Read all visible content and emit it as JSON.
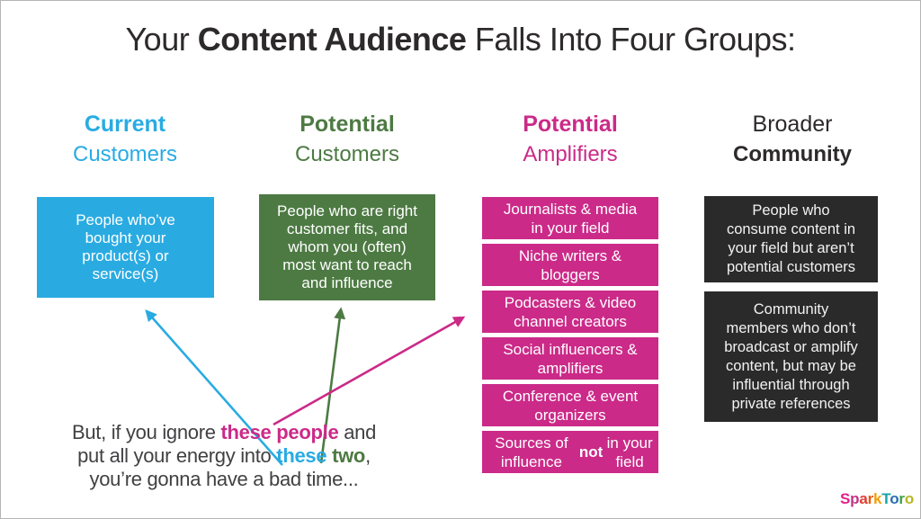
{
  "title": {
    "pre": "Your ",
    "bold": "Content Audience",
    "post": " Falls Into Four Groups:"
  },
  "columns": [
    {
      "name": "current-customers",
      "header": {
        "line1": "Current",
        "line2": "Customers"
      },
      "accent": "#29abe2",
      "boxes": [
        {
          "text": "People who’ve\nbought your\nproduct(s) or\nservice(s)"
        }
      ]
    },
    {
      "name": "potential-customers",
      "header": {
        "line1": "Potential",
        "line2": "Customers"
      },
      "accent": "#4d7a43",
      "boxes": [
        {
          "text": "People who are right\ncustomer fits, and\nwhom you (often)\nmost want to reach\nand influence"
        }
      ]
    },
    {
      "name": "potential-amplifiers",
      "header": {
        "line1": "Potential",
        "line2": "Amplifiers"
      },
      "accent": "#cb2a88",
      "boxes": [
        {
          "text": "Journalists & media\nin your field"
        },
        {
          "text": "Niche writers &\nbloggers"
        },
        {
          "text": "Podcasters & video\nchannel creators"
        },
        {
          "text": "Social influencers &\namplifiers"
        },
        {
          "text": "Conference & event\norganizers"
        },
        {
          "segments": [
            {
              "text": "Sources of influence\n"
            },
            {
              "text": "not",
              "style": "bold"
            },
            {
              "text": " in your field"
            }
          ]
        }
      ]
    },
    {
      "name": "broader-community",
      "header": {
        "line1": "Broader",
        "line2": "Community"
      },
      "accent": "#2b2a2a",
      "boxes": [
        {
          "text": "People who\nconsume content in\nyour field but aren’t\npotential customers"
        },
        {
          "text": "Community\nmembers who don’t\nbroadcast or amplify\ncontent, but may be\ninfluential through\nprivate references"
        }
      ]
    }
  ],
  "footer": {
    "lines": [
      [
        {
          "text": "But, if you ignore "
        },
        {
          "text": "these people",
          "style": "magenta-bold"
        },
        {
          "text": " and"
        }
      ],
      [
        {
          "text": "put all your energy into "
        },
        {
          "text": "these",
          "style": "cyan-bold"
        },
        {
          "text": " "
        },
        {
          "text": "two",
          "style": "green-bold"
        },
        {
          "text": ","
        }
      ],
      [
        {
          "text": "you’re gonna have a bad time..."
        }
      ]
    ]
  },
  "arrows": [
    {
      "name": "arrow-to-current-customers",
      "color": "#29abe2",
      "from": "these",
      "to": "current-customers-box"
    },
    {
      "name": "arrow-to-potential-customers",
      "color": "#4d7a43",
      "from": "two",
      "to": "potential-customers-box"
    },
    {
      "name": "arrow-to-potential-amplifiers",
      "color": "#cb2a88",
      "from": "these people",
      "to": "potential-amplifiers-boxes"
    }
  ],
  "logo": {
    "text": "SparkToro",
    "letters": [
      {
        "ch": "S",
        "color": "#e0218a"
      },
      {
        "ch": "p",
        "color": "#c13584"
      },
      {
        "ch": "a",
        "color": "#e03c31"
      },
      {
        "ch": "r",
        "color": "#e8590c"
      },
      {
        "ch": "k",
        "color": "#f2a007"
      },
      {
        "ch": "T",
        "color": "#18a5a7"
      },
      {
        "ch": "o",
        "color": "#2a6fb0"
      },
      {
        "ch": "r",
        "color": "#3fa33f"
      },
      {
        "ch": "o",
        "color": "#b5b820"
      }
    ]
  },
  "colors": {
    "background": "#ffffff",
    "border": "#b5b5b5",
    "cyan": "#29abe2",
    "green": "#4d7a43",
    "magenta": "#cb2a88",
    "dark": "#2b2a2a",
    "text_dark": "#2d2a2b",
    "footer_text": "#414042",
    "box_text": "#ffffff",
    "dark_box_text": "#f2f2f2"
  }
}
